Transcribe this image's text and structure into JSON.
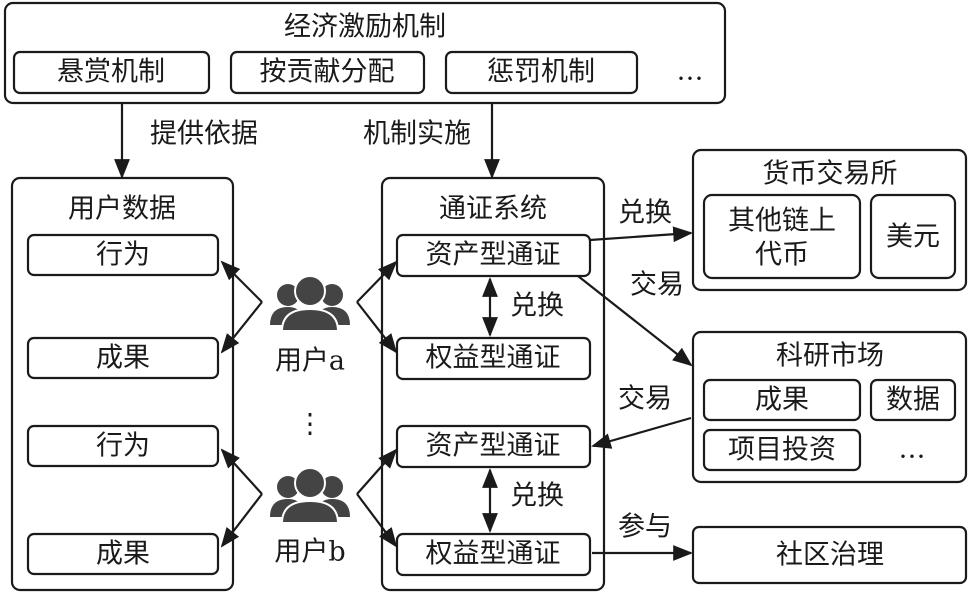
{
  "incentive": {
    "title": "经济激励机制",
    "items": [
      "悬赏机制",
      "按贡献分配",
      "惩罚机制",
      "…"
    ]
  },
  "arrows": {
    "basis": "提供依据",
    "implement": "机制实施",
    "exchange": "兑换",
    "trade": "交易",
    "participate": "参与"
  },
  "user_data": {
    "title": "用户数据",
    "items": [
      "行为",
      "成果",
      "行为",
      "成果"
    ]
  },
  "token_system": {
    "title": "通证系统",
    "items": [
      "资产型通证",
      "权益型通证",
      "资产型通证",
      "权益型通证"
    ]
  },
  "users": {
    "a": "用户a",
    "b": "用户b",
    "ellipsis": "⋮",
    "icon": "users-group-icon"
  },
  "currency_exchange": {
    "title": "货币交易所",
    "items": [
      "其他链上",
      "代币",
      "美元"
    ]
  },
  "research_market": {
    "title": "科研市场",
    "items": [
      "成果",
      "数据",
      "项目投资",
      "…"
    ]
  },
  "governance": {
    "title": "社区治理"
  },
  "colors": {
    "line": "#1a1a1a",
    "icon": "#444444"
  }
}
